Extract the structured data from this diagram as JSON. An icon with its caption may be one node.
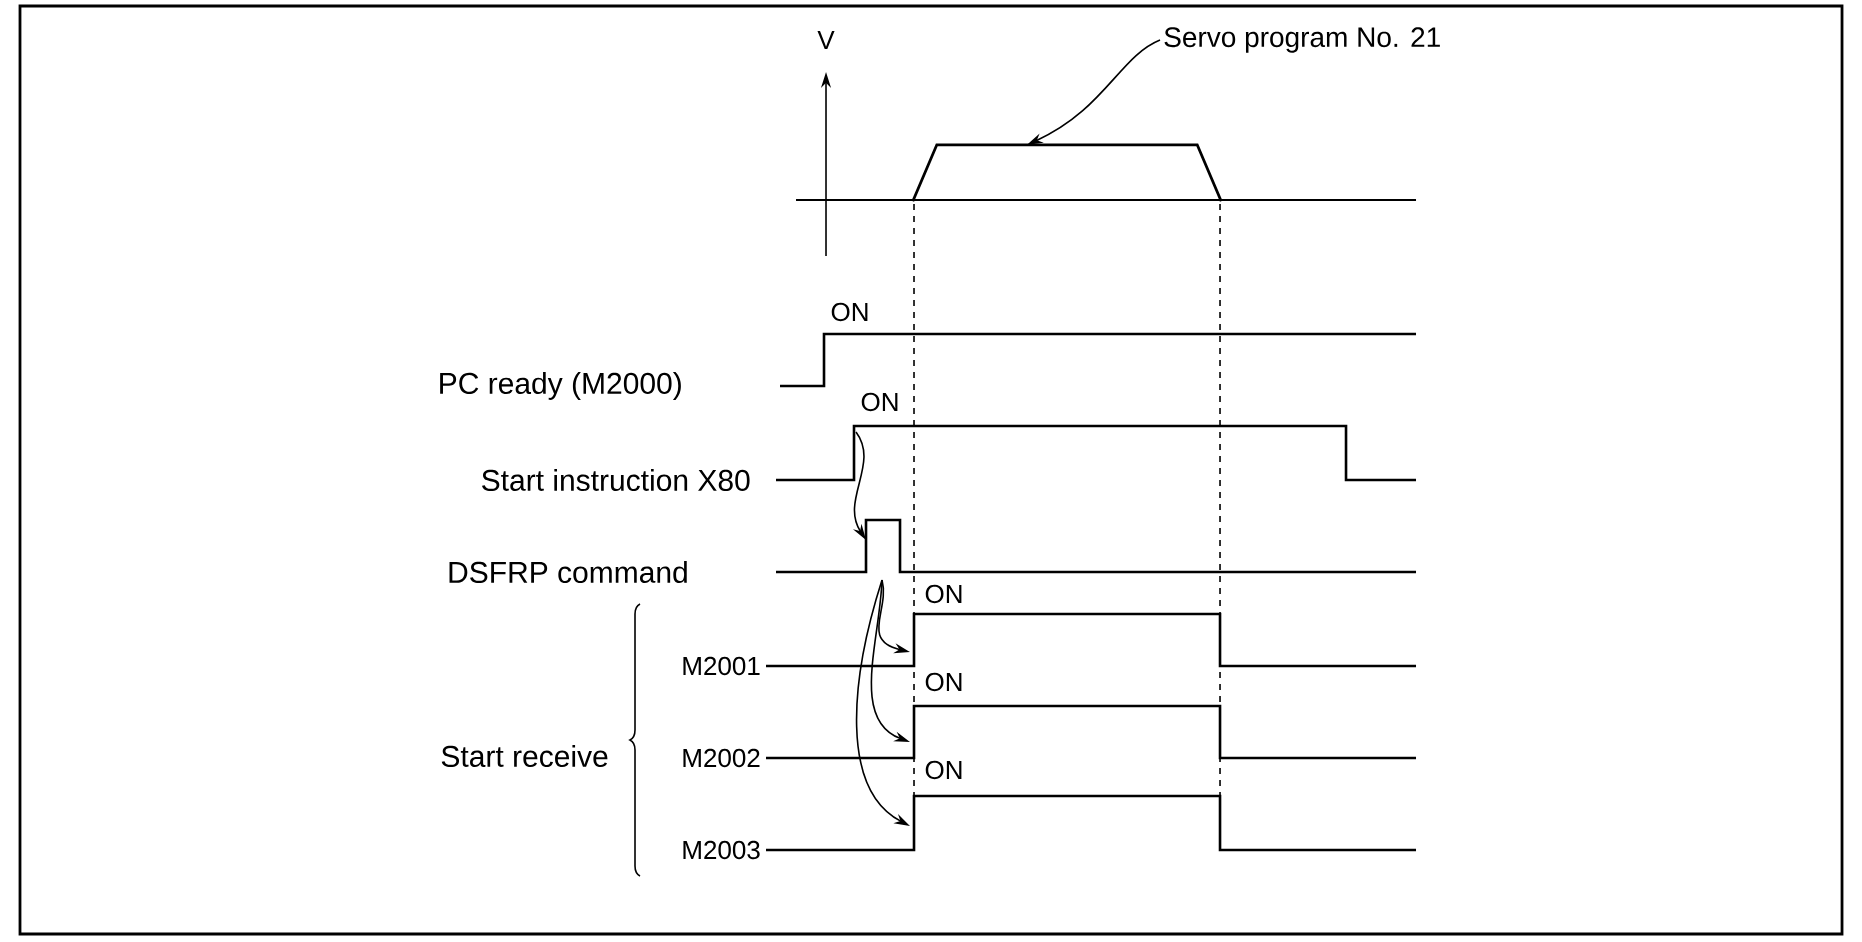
{
  "diagram": {
    "nodes": [
      {
        "text": [
          "Servo program No. 21"
        ]
      },
      {
        "text": [],
        "shape": "trapezoid"
      }
    ],
    "edges": [
      {
        "from": 0,
        "to": 1,
        "arrow": "to"
      }
    ],
    "labels": [
      "V",
      "ON",
      "PC ready (M2000)",
      "ON",
      "Start instruction X80",
      "DSFRP command",
      "ON",
      "M2001",
      "ON",
      "Start receive",
      "M2002",
      "ON",
      "M2003"
    ]
  }
}
